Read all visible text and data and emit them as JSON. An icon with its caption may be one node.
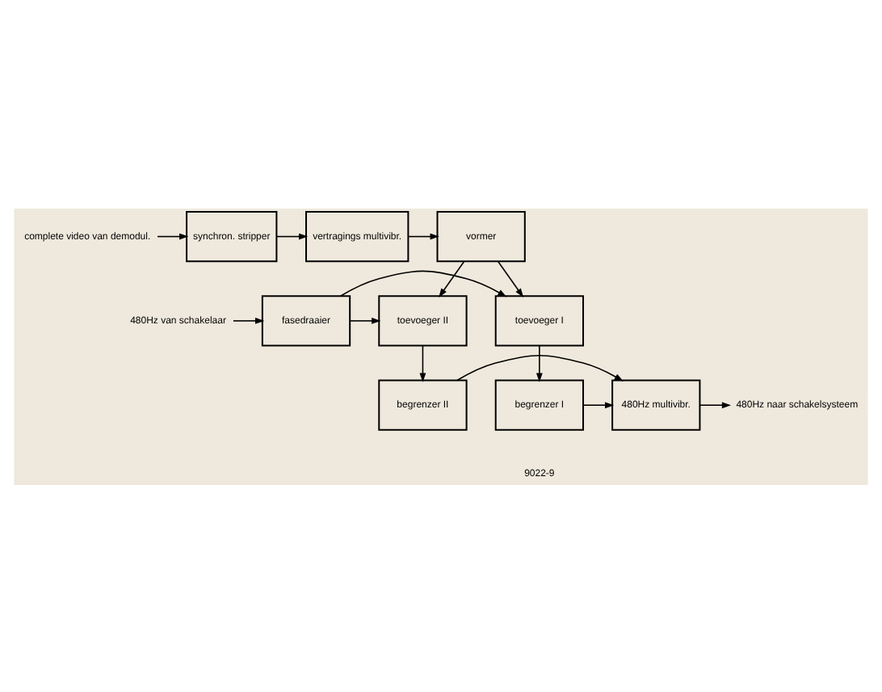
{
  "diagram": {
    "nodes": [
      {
        "text": [
          "complete video van demodul."
        ]
      },
      {
        "text": [
          "synchron. stripper"
        ]
      },
      {
        "text": [
          "vertragings multivibr."
        ]
      },
      {
        "text": [
          "vormer"
        ]
      },
      {
        "text": [
          "480Hz van schakelaar"
        ]
      },
      {
        "text": [
          "fasedraaier"
        ]
      },
      {
        "text": [
          "toevoeger I"
        ]
      },
      {
        "text": [
          "toevoeger II"
        ]
      },
      {
        "text": [
          "begrenzer I"
        ]
      },
      {
        "text": [
          "480Hz multivibr."
        ]
      },
      {
        "text": [
          "begrenzer II"
        ]
      },
      {
        "text": [
          "480Hz naar schakelsysteem"
        ]
      }
    ],
    "edges": [
      {
        "from": 0,
        "to": 1,
        "arrow": "to"
      },
      {
        "from": 1,
        "to": 2,
        "arrow": "to"
      },
      {
        "from": 2,
        "to": 3,
        "arrow": "to"
      },
      {
        "from": 3,
        "to": 7,
        "arrow": "to"
      },
      {
        "from": 3,
        "to": 6,
        "arrow": "to"
      },
      {
        "from": 4,
        "to": 5,
        "arrow": "to"
      },
      {
        "from": 5,
        "to": 6,
        "arrow": "to"
      },
      {
        "from": 5,
        "to": 7,
        "arrow": "to"
      },
      {
        "from": 6,
        "to": 8,
        "arrow": "to"
      },
      {
        "from": 7,
        "to": 10,
        "arrow": "to"
      },
      {
        "from": 8,
        "to": 9,
        "arrow": "to"
      },
      {
        "from": 10,
        "to": 9,
        "arrow": "to"
      },
      {
        "from": 9,
        "to": 11,
        "arrow": "to"
      }
    ],
    "labels": [
      "9022-9"
    ]
  }
}
